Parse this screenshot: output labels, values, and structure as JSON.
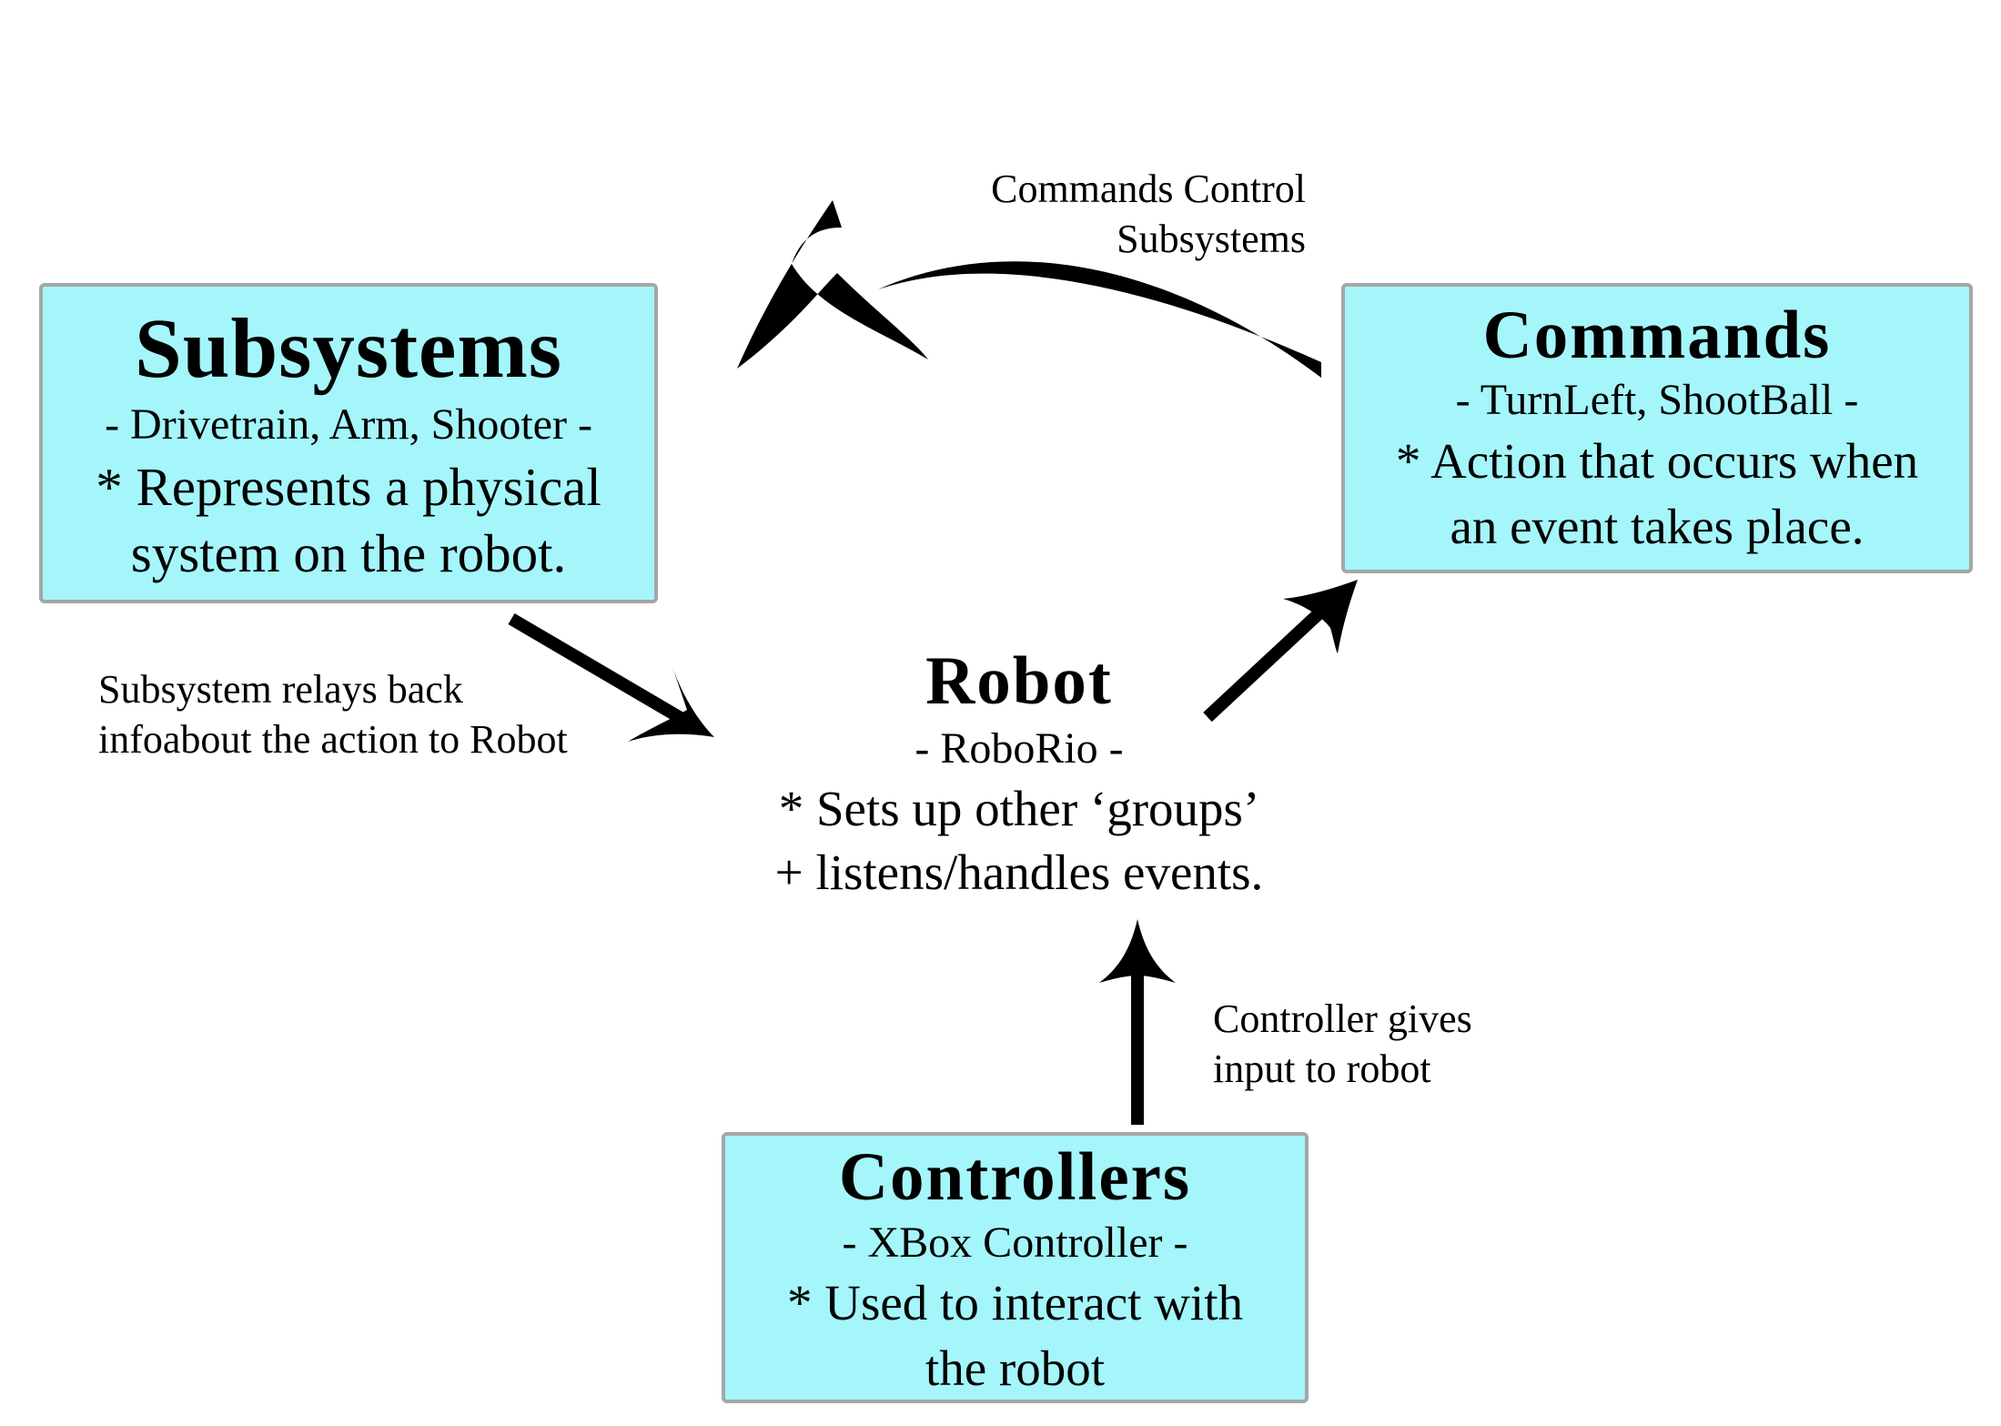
{
  "nodes": {
    "subsystems": {
      "title": "Subsystems",
      "examples": "- Drivetrain, Arm, Shooter -",
      "description_lines": [
        "* Represents a physical",
        "system on the robot."
      ],
      "fill": "#a4f6fb"
    },
    "commands": {
      "title": "Commands",
      "examples": "- TurnLeft, ShootBall -",
      "description_lines": [
        "* Action that occurs when",
        "an event takes place."
      ],
      "fill": "#a4f6fb"
    },
    "controllers": {
      "title": "Controllers",
      "examples": "- XBox Controller -",
      "description_lines": [
        "* Used to interact with",
        "the robot"
      ],
      "fill": "#a4f6fb"
    },
    "robot": {
      "title": "Robot",
      "examples": "- RoboRio -",
      "description_lines": [
        "* Sets up other ‘groups’",
        "+ listens/handles events."
      ]
    }
  },
  "edges": [
    {
      "from": "commands",
      "to": "subsystems",
      "label_lines": [
        "Commands Control",
        "Subsystems"
      ]
    },
    {
      "from": "subsystems",
      "to": "robot",
      "label_lines": [
        "Subsystem relays back",
        "infoabout the action to Robot"
      ]
    },
    {
      "from": "robot",
      "to": "commands",
      "label_lines": []
    },
    {
      "from": "controllers",
      "to": "robot",
      "label_lines": [
        "Controller gives",
        "input to robot"
      ]
    }
  ],
  "colors": {
    "box_fill": "#a4f6fb",
    "box_border": "#a6a6a6",
    "arrow": "#000000"
  }
}
